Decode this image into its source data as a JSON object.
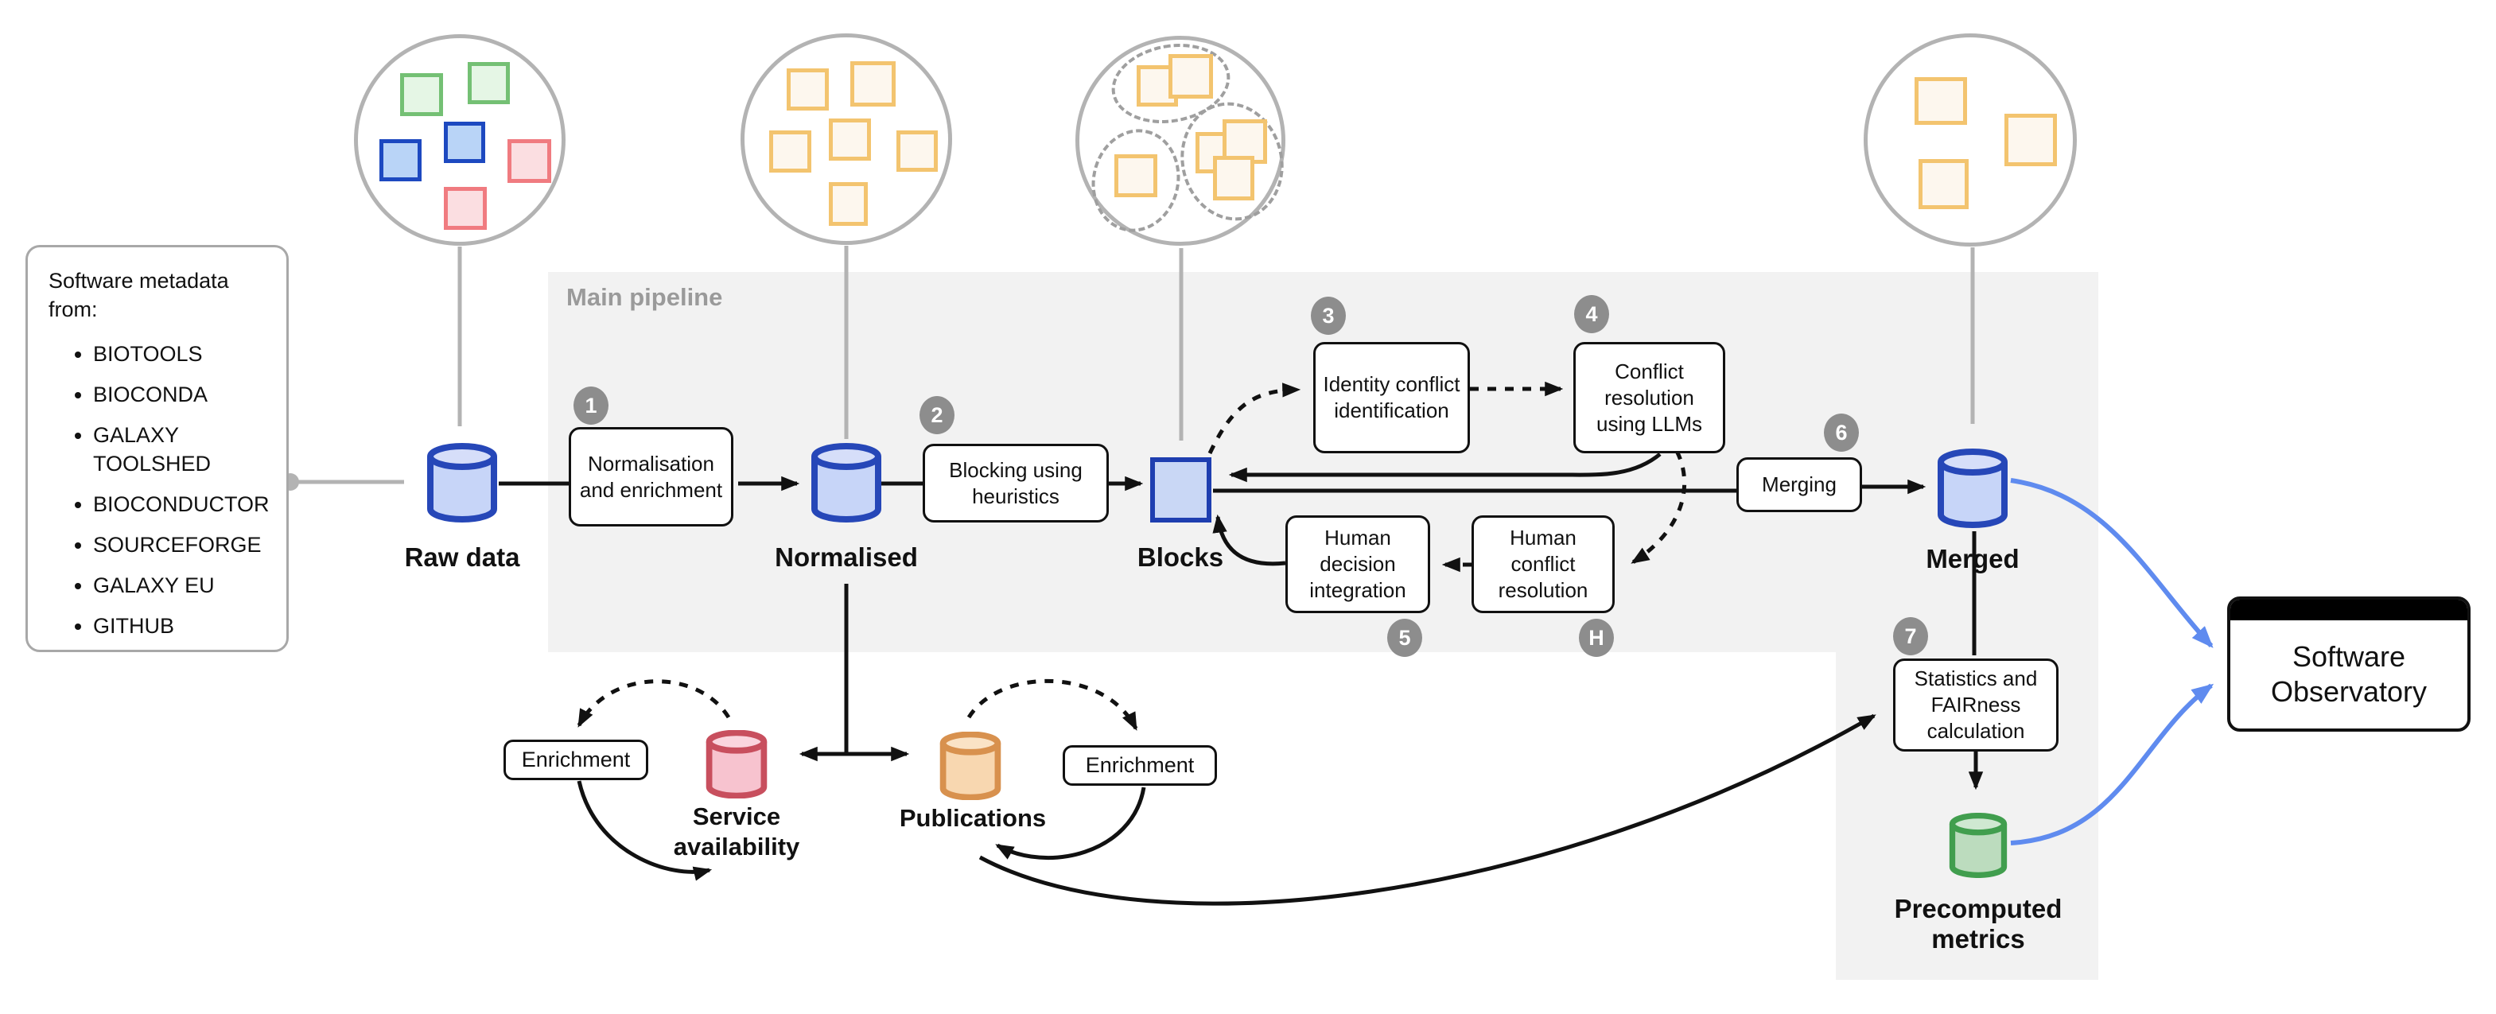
{
  "sources_panel": {
    "title": "Software metadata from:",
    "items": [
      "BIOTOOLS",
      "BIOCONDA",
      "GALAXY TOOLSHED",
      "BIOCONDUCTOR",
      "SOURCEFORGE",
      "GALAXY EU",
      "GITHUB"
    ]
  },
  "pipeline": {
    "label": "Main pipeline",
    "badges": {
      "step1": "1",
      "step2": "2",
      "step3": "3",
      "step4": "4",
      "step5": "5",
      "step6": "6",
      "step7": "7",
      "stepH": "H"
    },
    "boxes": {
      "normalisation": "Normalisation and enrichment",
      "blocking": "Blocking using heuristics",
      "identity_conflict": "Identity conflict identification",
      "conflict_llm": "Conflict resolution using LLMs",
      "human_decision": "Human decision integration",
      "human_conflict": "Human conflict resolution",
      "merging": "Merging",
      "statistics": "Statistics and FAIRness calculation"
    }
  },
  "nodes": {
    "raw_data": "Raw data",
    "normalised": "Normalised",
    "blocks": "Blocks",
    "merged": "Merged",
    "service_availability": "Service availability",
    "publications": "Publications",
    "precomputed_metrics": "Precomputed metrics",
    "observatory": "Software Observatory"
  },
  "side_processes": {
    "enrichment_left": "Enrichment",
    "enrichment_right": "Enrichment"
  },
  "colors": {
    "db_blue_stroke": "#2647b8",
    "db_blue_fill": "#c7d5f8",
    "db_pink_stroke": "#c84f5e",
    "db_pink_fill": "#f7c3cf",
    "db_orange_stroke": "#d8914e",
    "db_orange_fill": "#f8d7b0",
    "db_green_stroke": "#419e4e",
    "db_green_fill": "#bcdcbe",
    "square_yellow": "#f3c46f",
    "square_green": "#74c074",
    "square_blue": "#1d49c0",
    "square_red": "#f07b80",
    "flow_blue": "#5f8bef",
    "panel_gray": "#f2f2f2",
    "badge_gray": "#8d8d8d",
    "line_gray": "#b3b3b3"
  }
}
